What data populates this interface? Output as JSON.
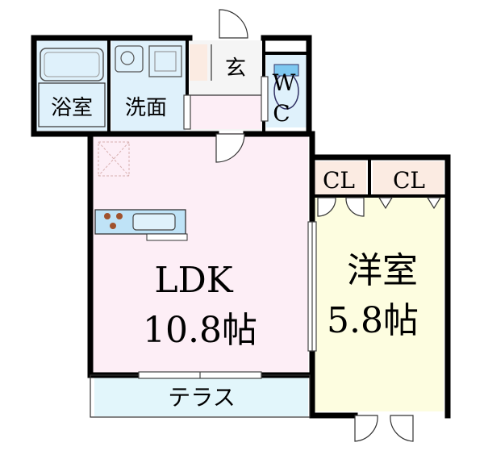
{
  "rooms": {
    "bath": "浴室",
    "washroom": "洗面",
    "entrance": "玄",
    "wc_line1": "W",
    "wc_line2": "C",
    "ldk_name": "LDK",
    "ldk_size": "10.8帖",
    "western_name": "洋室",
    "western_size": "5.8帖",
    "closet_left": "CL",
    "closet_right": "CL",
    "terrace": "テラス"
  },
  "colors": {
    "wall": "#000000",
    "ldk_floor": "#fdeef6",
    "western_floor": "#fdfde0",
    "wet_area": "#dff1fb",
    "entrance_floor": "#f5f5f5",
    "closet_floor": "#fbebe2",
    "terrace_floor": "#e2f6fb"
  }
}
